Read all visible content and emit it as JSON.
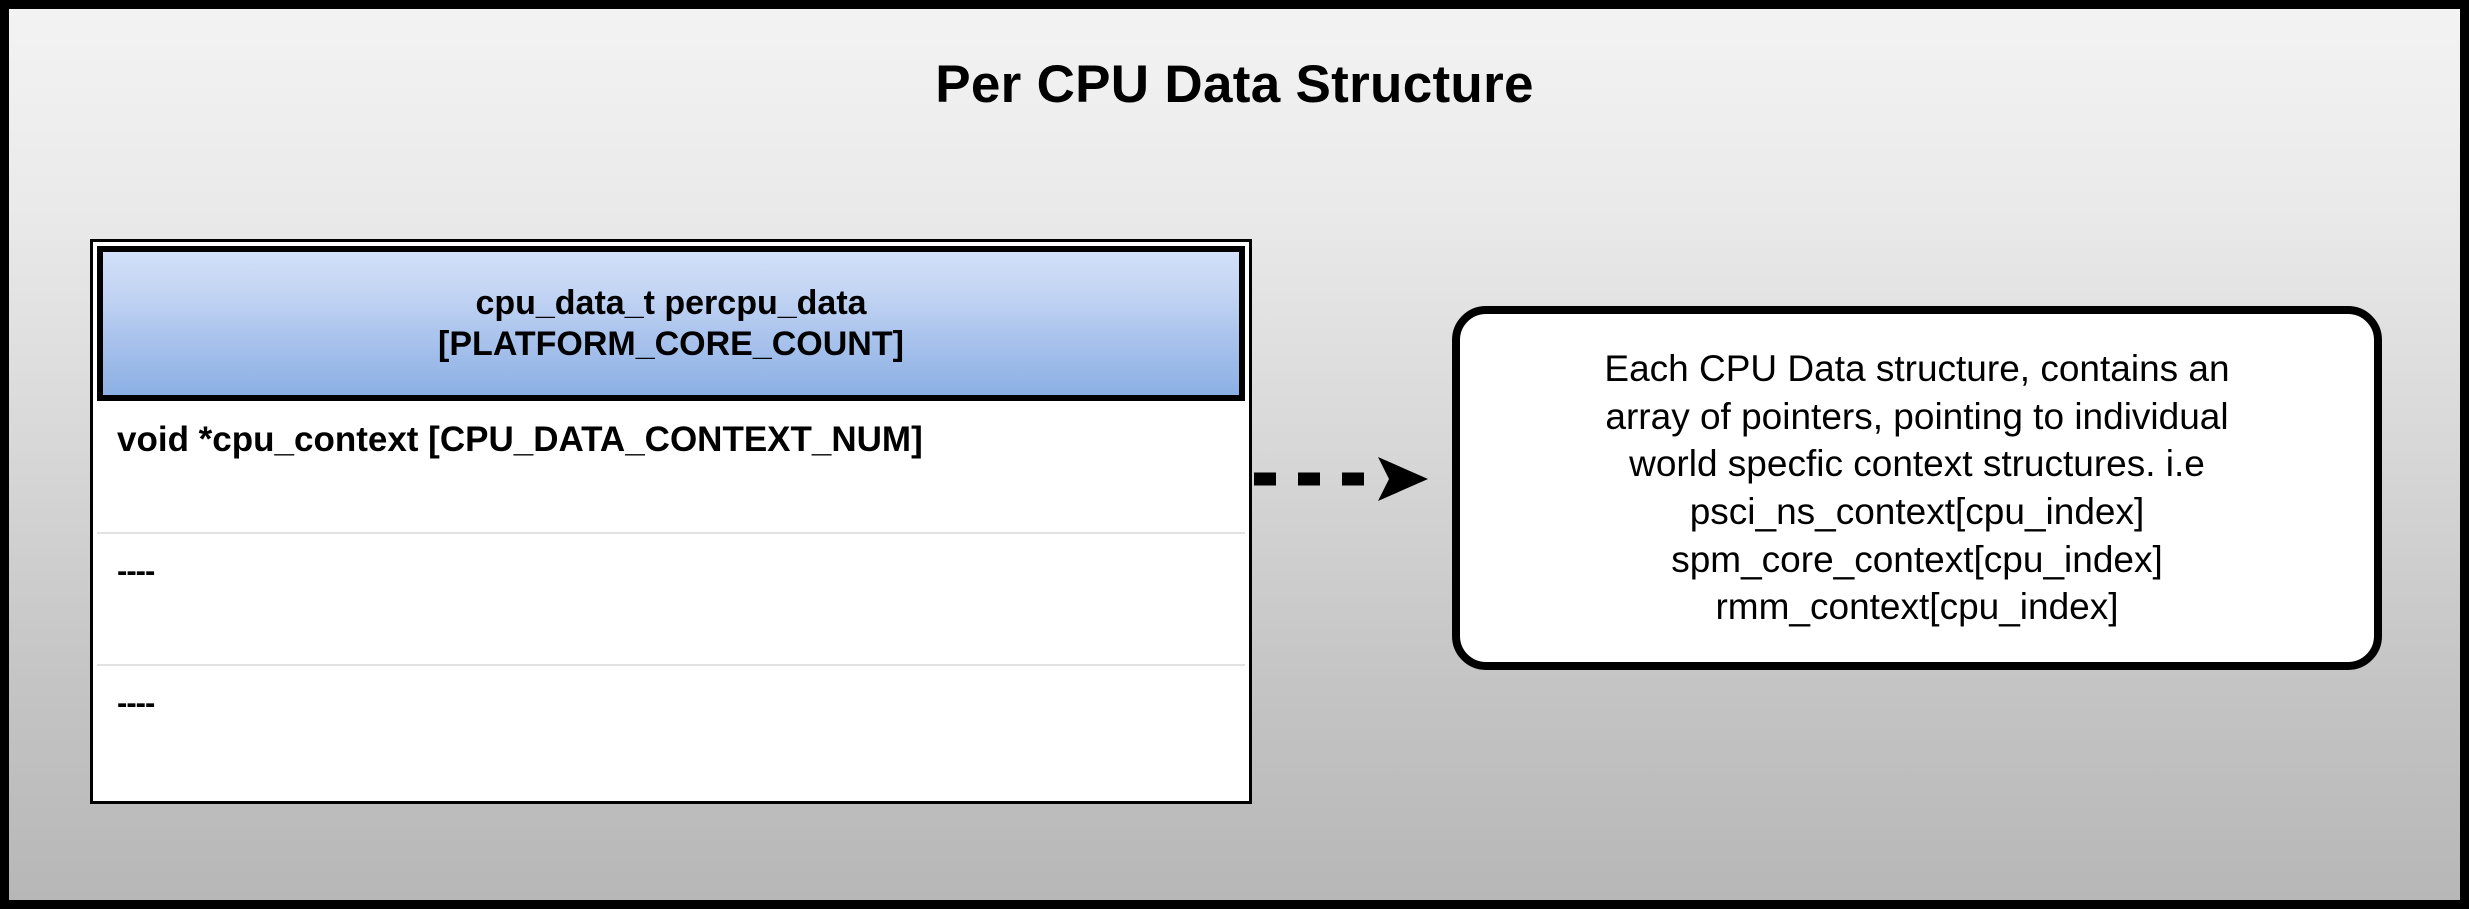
{
  "diagram": {
    "title": "Per CPU Data Structure",
    "background": {
      "gradient_top": "#f3f3f3",
      "gradient_bottom": "#b7b7b7",
      "frame_color": "#000000"
    },
    "struct_table": {
      "header": {
        "line1": "cpu_data_t percpu_data",
        "line2": "[PLATFORM_CORE_COUNT]",
        "gradient_top": "#d2e0f8",
        "gradient_bottom": "#8cb0e4"
      },
      "rows": [
        {
          "label": "void *cpu_context [CPU_DATA_CONTEXT_NUM]"
        },
        {
          "label": "----"
        },
        {
          "label": "----"
        }
      ]
    },
    "connector": {
      "style": "dashed-arrow",
      "direction": "right",
      "color": "#000000"
    },
    "callout": {
      "lines": [
        "Each CPU Data structure, contains an",
        "array of pointers, pointing to individual",
        "world specfic context structures. i.e",
        "psci_ns_context[cpu_index]",
        "spm_core_context[cpu_index]",
        "rmm_context[cpu_index]"
      ],
      "border_color": "#000000",
      "background": "#ffffff"
    }
  }
}
